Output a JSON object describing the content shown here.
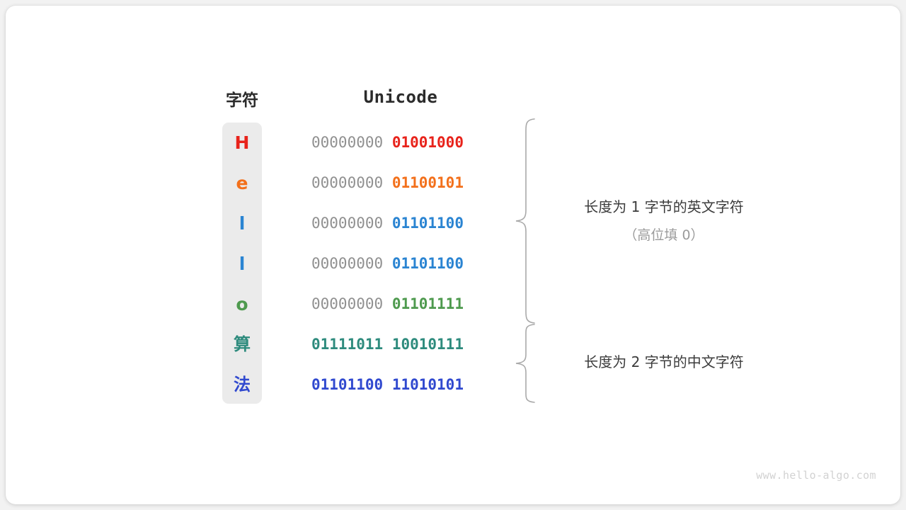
{
  "diagram": {
    "headers": {
      "character": "字符",
      "unicode": "Unicode"
    },
    "rows": [
      {
        "char": "H",
        "color": "#e8231b",
        "high": "00000000",
        "low": "01001000",
        "cjk": false
      },
      {
        "char": "e",
        "color": "#f3701b",
        "high": "00000000",
        "low": "01100101",
        "cjk": false
      },
      {
        "char": "l",
        "color": "#2a84d2",
        "high": "00000000",
        "low": "01101100",
        "cjk": false
      },
      {
        "char": "l",
        "color": "#2a84d2",
        "high": "00000000",
        "low": "01101100",
        "cjk": false
      },
      {
        "char": "o",
        "color": "#4e9a4e",
        "high": "00000000",
        "low": "01101111",
        "cjk": false
      },
      {
        "char": "算",
        "color": "#2e8b7d",
        "high": "01111011",
        "low": "10010111",
        "cjk": true
      },
      {
        "char": "法",
        "color": "#3049cf",
        "high": "01101100",
        "low": "11010101",
        "cjk": true
      }
    ],
    "annotations": [
      {
        "main": "长度为 1 字节的英文字符",
        "sub": "（高位填 0）"
      },
      {
        "main": "长度为 2 字节的中文字符",
        "sub": ""
      }
    ],
    "watermark": "www.hello-algo.com"
  }
}
